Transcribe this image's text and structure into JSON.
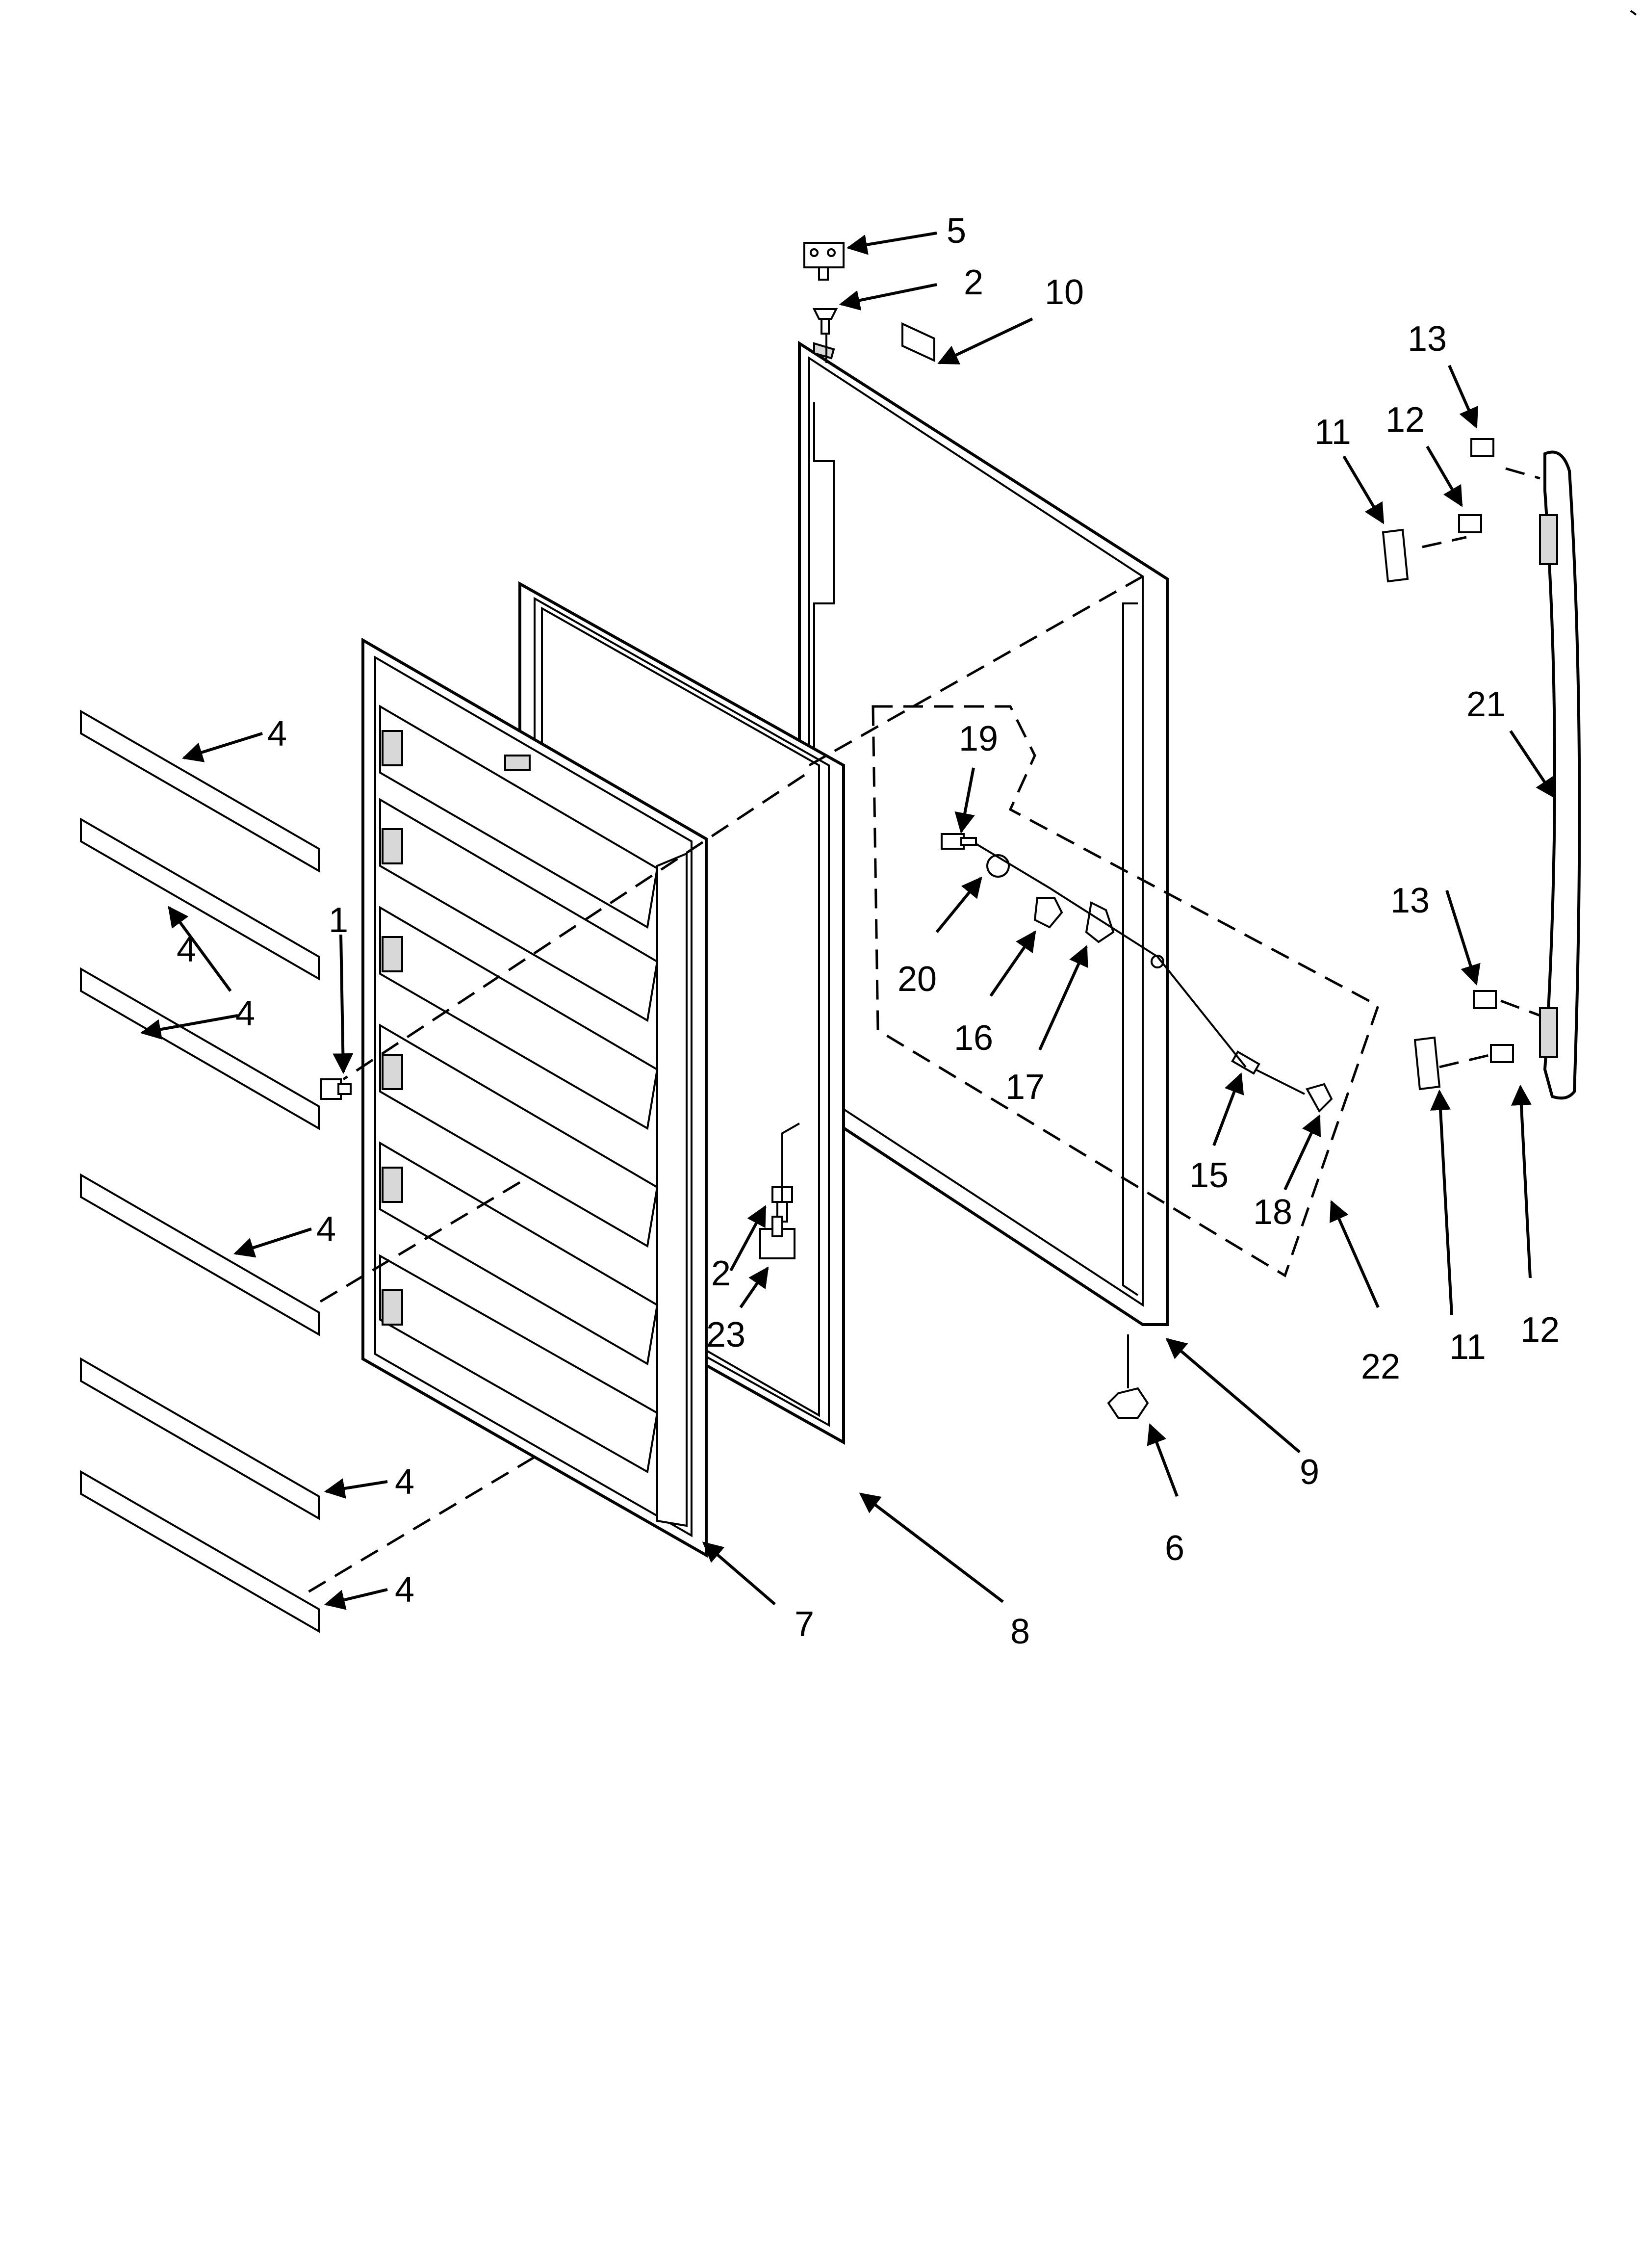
{
  "diagram": {
    "callouts": [
      "5",
      "2",
      "10",
      "13",
      "12",
      "11",
      "21",
      "19",
      "20",
      "16",
      "17",
      "15",
      "18",
      "4",
      "4",
      "4",
      "4",
      "4",
      "4",
      "1",
      "2",
      "23",
      "13",
      "11",
      "12",
      "22",
      "9",
      "6",
      "7",
      "8"
    ]
  }
}
